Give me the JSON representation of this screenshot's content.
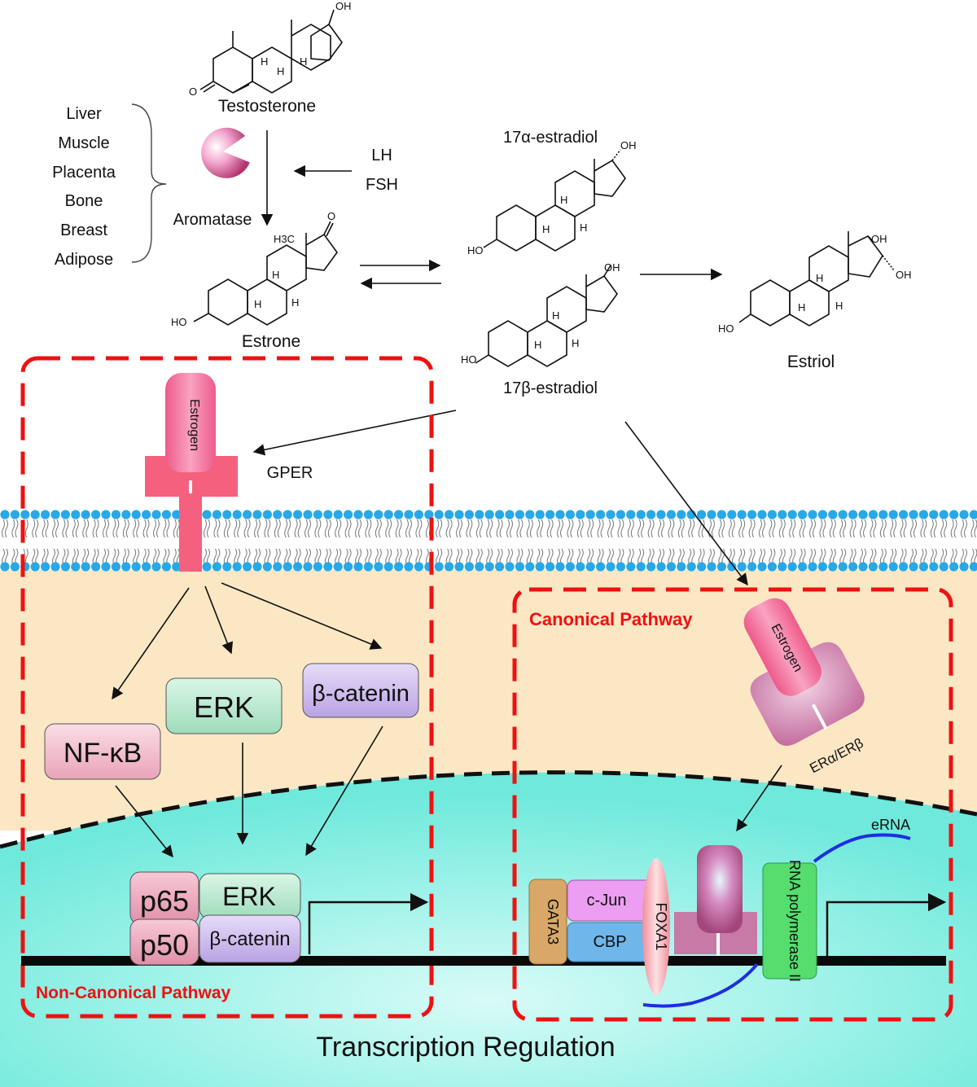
{
  "molecules": {
    "testosterone": "Testosterone",
    "estrone": "Estrone",
    "alpha_estradiol": "17α-estradiol",
    "beta_estradiol": "17β-estradiol",
    "estriol": "Estriol"
  },
  "atoms": {
    "oh": "OH",
    "ho": "HO",
    "o": "O",
    "h": "H",
    "h3c": "H3C"
  },
  "tissues": [
    "Liver",
    "Muscle",
    "Placenta",
    "Bone",
    "Breast",
    "Adipose"
  ],
  "hormones": {
    "lh": "LH",
    "fsh": "FSH"
  },
  "enzyme": {
    "aromatase": "Aromatase"
  },
  "receptors": {
    "estrogen_gper": "Estrogen",
    "gper": "GPER",
    "estrogen_er": "Estrogen",
    "er": "ERα/ERβ"
  },
  "noncanonical": {
    "title": "Non-Canonical Pathway",
    "nfkb": "NF-κB",
    "erk": "ERK",
    "beta_catenin": "β-catenin",
    "p65": "p65",
    "p50": "p50",
    "erk_complex": "ERK",
    "beta_catenin_complex": "β-catenin"
  },
  "canonical": {
    "title": "Canonical Pathway",
    "gata3": "GATA3",
    "cjun": "c-Jun",
    "cbp": "CBP",
    "foxa1": "FOXA1",
    "rna_pol": "RNA polymerase II",
    "erna": "eRNA"
  },
  "footer": {
    "title": "Transcription Regulation"
  },
  "colors": {
    "pathway_dash": "#ee1111",
    "cytoplasm": "#fbe6c2",
    "nucleus": "#8ef0e6",
    "membrane_head": "#29a8e6",
    "receptor_pink": "#f25c7c",
    "er_mauve": "#cf89ad"
  }
}
